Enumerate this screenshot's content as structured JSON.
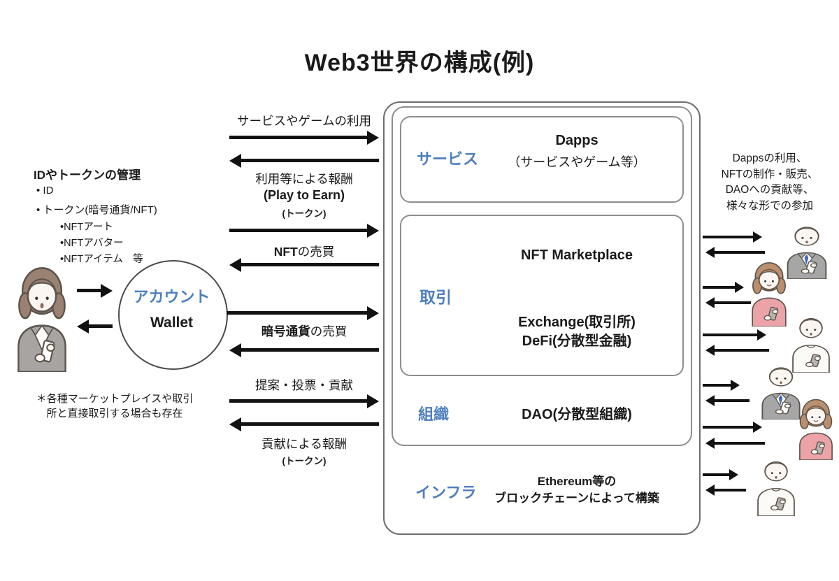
{
  "title": "Web3世界の構成(例)",
  "colors": {
    "accent_blue": "#4e7fbe",
    "arrow_black": "#121212",
    "box_border": "#6e6e6e"
  },
  "left": {
    "heading": "IDやトークンの管理",
    "bullets": [
      "•  ID",
      "•  トークン(暗号通貨/NFT)"
    ],
    "sub_bullets": [
      "•NFTアート",
      "•NFTアバター",
      "•NFTアイテム　等"
    ],
    "note_lines": [
      "＊各種マーケットプレイスや取引",
      "所と直接取引する場合も存在"
    ]
  },
  "account": {
    "title": "アカウント",
    "subtitle": "Wallet"
  },
  "flows": {
    "service_use": "サービスやゲームの利用",
    "reward": "利用等による報酬",
    "reward_sub": "(Play to Earn)",
    "reward_token": "(トークン)",
    "nft_bold": "NFT",
    "nft_rest": "の売買",
    "crypto_bold": "暗号通貨",
    "crypto_rest": "の売買",
    "proposal": "提案・投票・貢献",
    "contribution": "貢献による報酬",
    "contribution_token": "(トークン)"
  },
  "stack": {
    "service": {
      "label": "サービス",
      "line1": "Dapps",
      "line2": "（サービスやゲーム等）"
    },
    "trade": {
      "label": "取引",
      "line1": "NFT Marketplace",
      "line2": "Exchange(取引所)",
      "line3": "DeFi(分散型金融)"
    },
    "org": {
      "label": "組織",
      "line1": "DAO(分散型組織)"
    },
    "infra": {
      "label": "インフラ",
      "line1": "Ethereum等の",
      "line2": "ブロックチェーンによって構築"
    }
  },
  "right": {
    "participation_lines": [
      "Dappsの利用、",
      "NFTの制作・販売、",
      "DAOへの貢献等、",
      "様々な形での参加"
    ]
  }
}
